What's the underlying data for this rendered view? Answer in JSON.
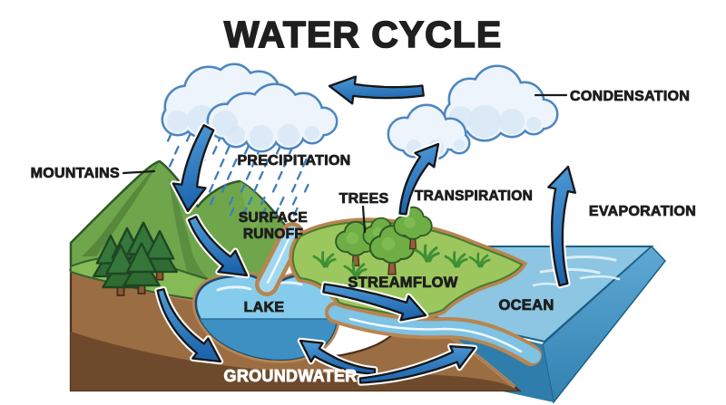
{
  "title": "WATER CYCLE",
  "labels": {
    "condensation": "CONDENSATION",
    "mountains": "MOUNTAINS",
    "precipitation": "PRECIPITATION",
    "surface_runoff": {
      "line1": "SURFACE",
      "line2": "RUNOFF"
    },
    "trees": "TREES",
    "transpiration": "TRANSPIRATION",
    "evaporation": "EVAPORATION",
    "lake": "LAKE",
    "streamflow": "STREAMFLOW",
    "ocean": "OCEAN",
    "groundwater": "GROUNDWATER"
  },
  "colors": {
    "background": "#ffffff",
    "label_text": "#1e1e1e",
    "groundwater_label_text": "#ffffff",
    "arrow_blue_light": "#4f9bd8",
    "arrow_blue_dark": "#1d64ad",
    "arrow_outline": "#151515",
    "arrow_halo": "#fafafa",
    "cloud_fill": "#edf4fb",
    "cloud_shade": "#d7e6f5",
    "cloud_stroke": "#4d86c0",
    "rain_drop": "#3d7ebd",
    "mountain_green": "#6fa64c",
    "mountain_shadow": "#54853a",
    "hill_green": "#85ba56",
    "island_green": "#9cc75e",
    "pine_green": "#2f6b33",
    "tree_green": "#6fae45",
    "trunk_brown": "#95603a",
    "lake_upper": "#85cbec",
    "lake_lower": "#3f90c2",
    "ocean_top": "#8cc6e3",
    "ocean_side": "#4a97c8",
    "ocean_front": "#2e7dab",
    "soil_light": "#9b6d43",
    "soil_dark": "#6e4a2c",
    "shore_tan": "#b9854f"
  }
}
